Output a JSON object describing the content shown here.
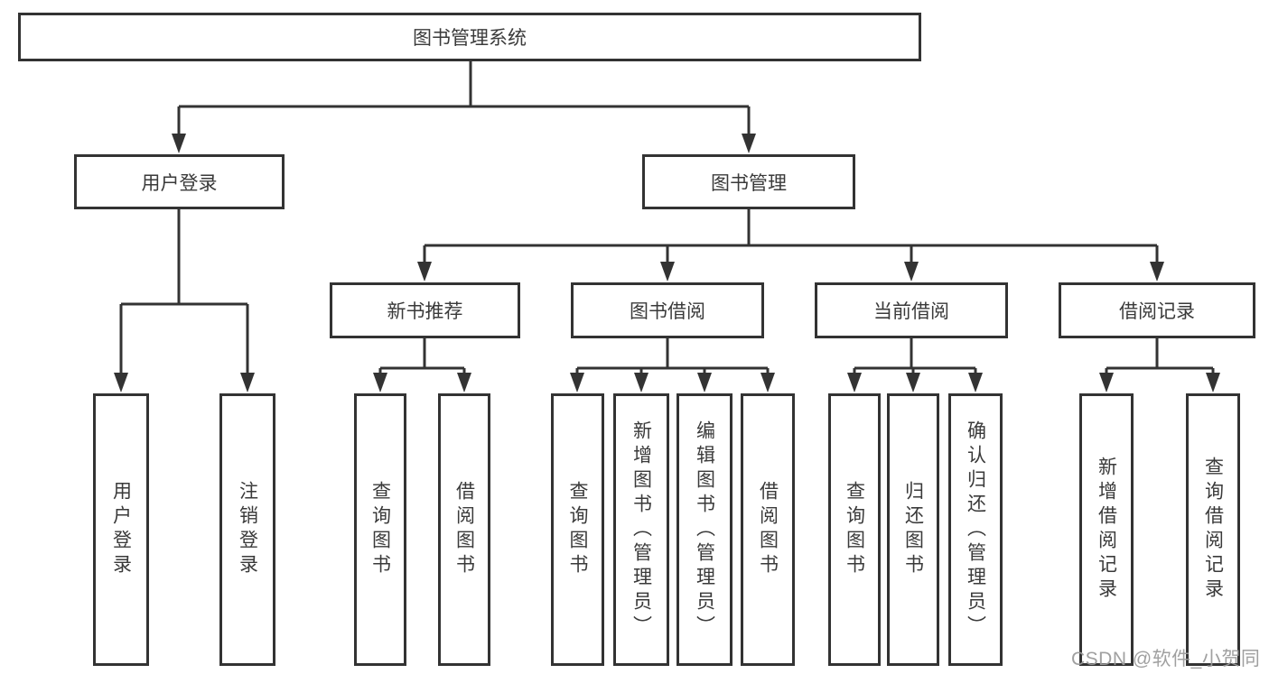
{
  "tree": {
    "root": {
      "label": "图书管理系统"
    },
    "branches": {
      "user": {
        "label": "用户登录",
        "leaves": {
          "login": {
            "label": "用户登录"
          },
          "logout": {
            "label": "注销登录"
          }
        }
      },
      "books": {
        "label": "图书管理",
        "groups": {
          "recommend": {
            "label": "新书推荐",
            "leaves": {
              "query": {
                "label": "查询图书"
              },
              "borrow": {
                "label": "借阅图书"
              }
            }
          },
          "borrowing": {
            "label": "图书借阅",
            "leaves": {
              "query": {
                "label": "查询图书"
              },
              "add": {
                "label": "新增图书（管理员）"
              },
              "edit": {
                "label": "编辑图书（管理员）"
              },
              "borrow": {
                "label": "借阅图书"
              }
            }
          },
          "current": {
            "label": "当前借阅",
            "leaves": {
              "query": {
                "label": "查询图书"
              },
              "return": {
                "label": "归还图书"
              },
              "confirm": {
                "label": "确认归还（管理员）"
              }
            }
          },
          "records": {
            "label": "借阅记录",
            "leaves": {
              "add": {
                "label": "新增借阅记录"
              },
              "query": {
                "label": "查询借阅记录"
              }
            }
          }
        }
      }
    }
  },
  "watermark": {
    "text": "CSDN @软件_小贺同学"
  },
  "colors": {
    "line": "#333333",
    "box_border": "#333333",
    "box_fill": "#ffffff",
    "text": "#3a3a3a",
    "watermark": "#9b9b9b",
    "background": "#ffffff"
  }
}
